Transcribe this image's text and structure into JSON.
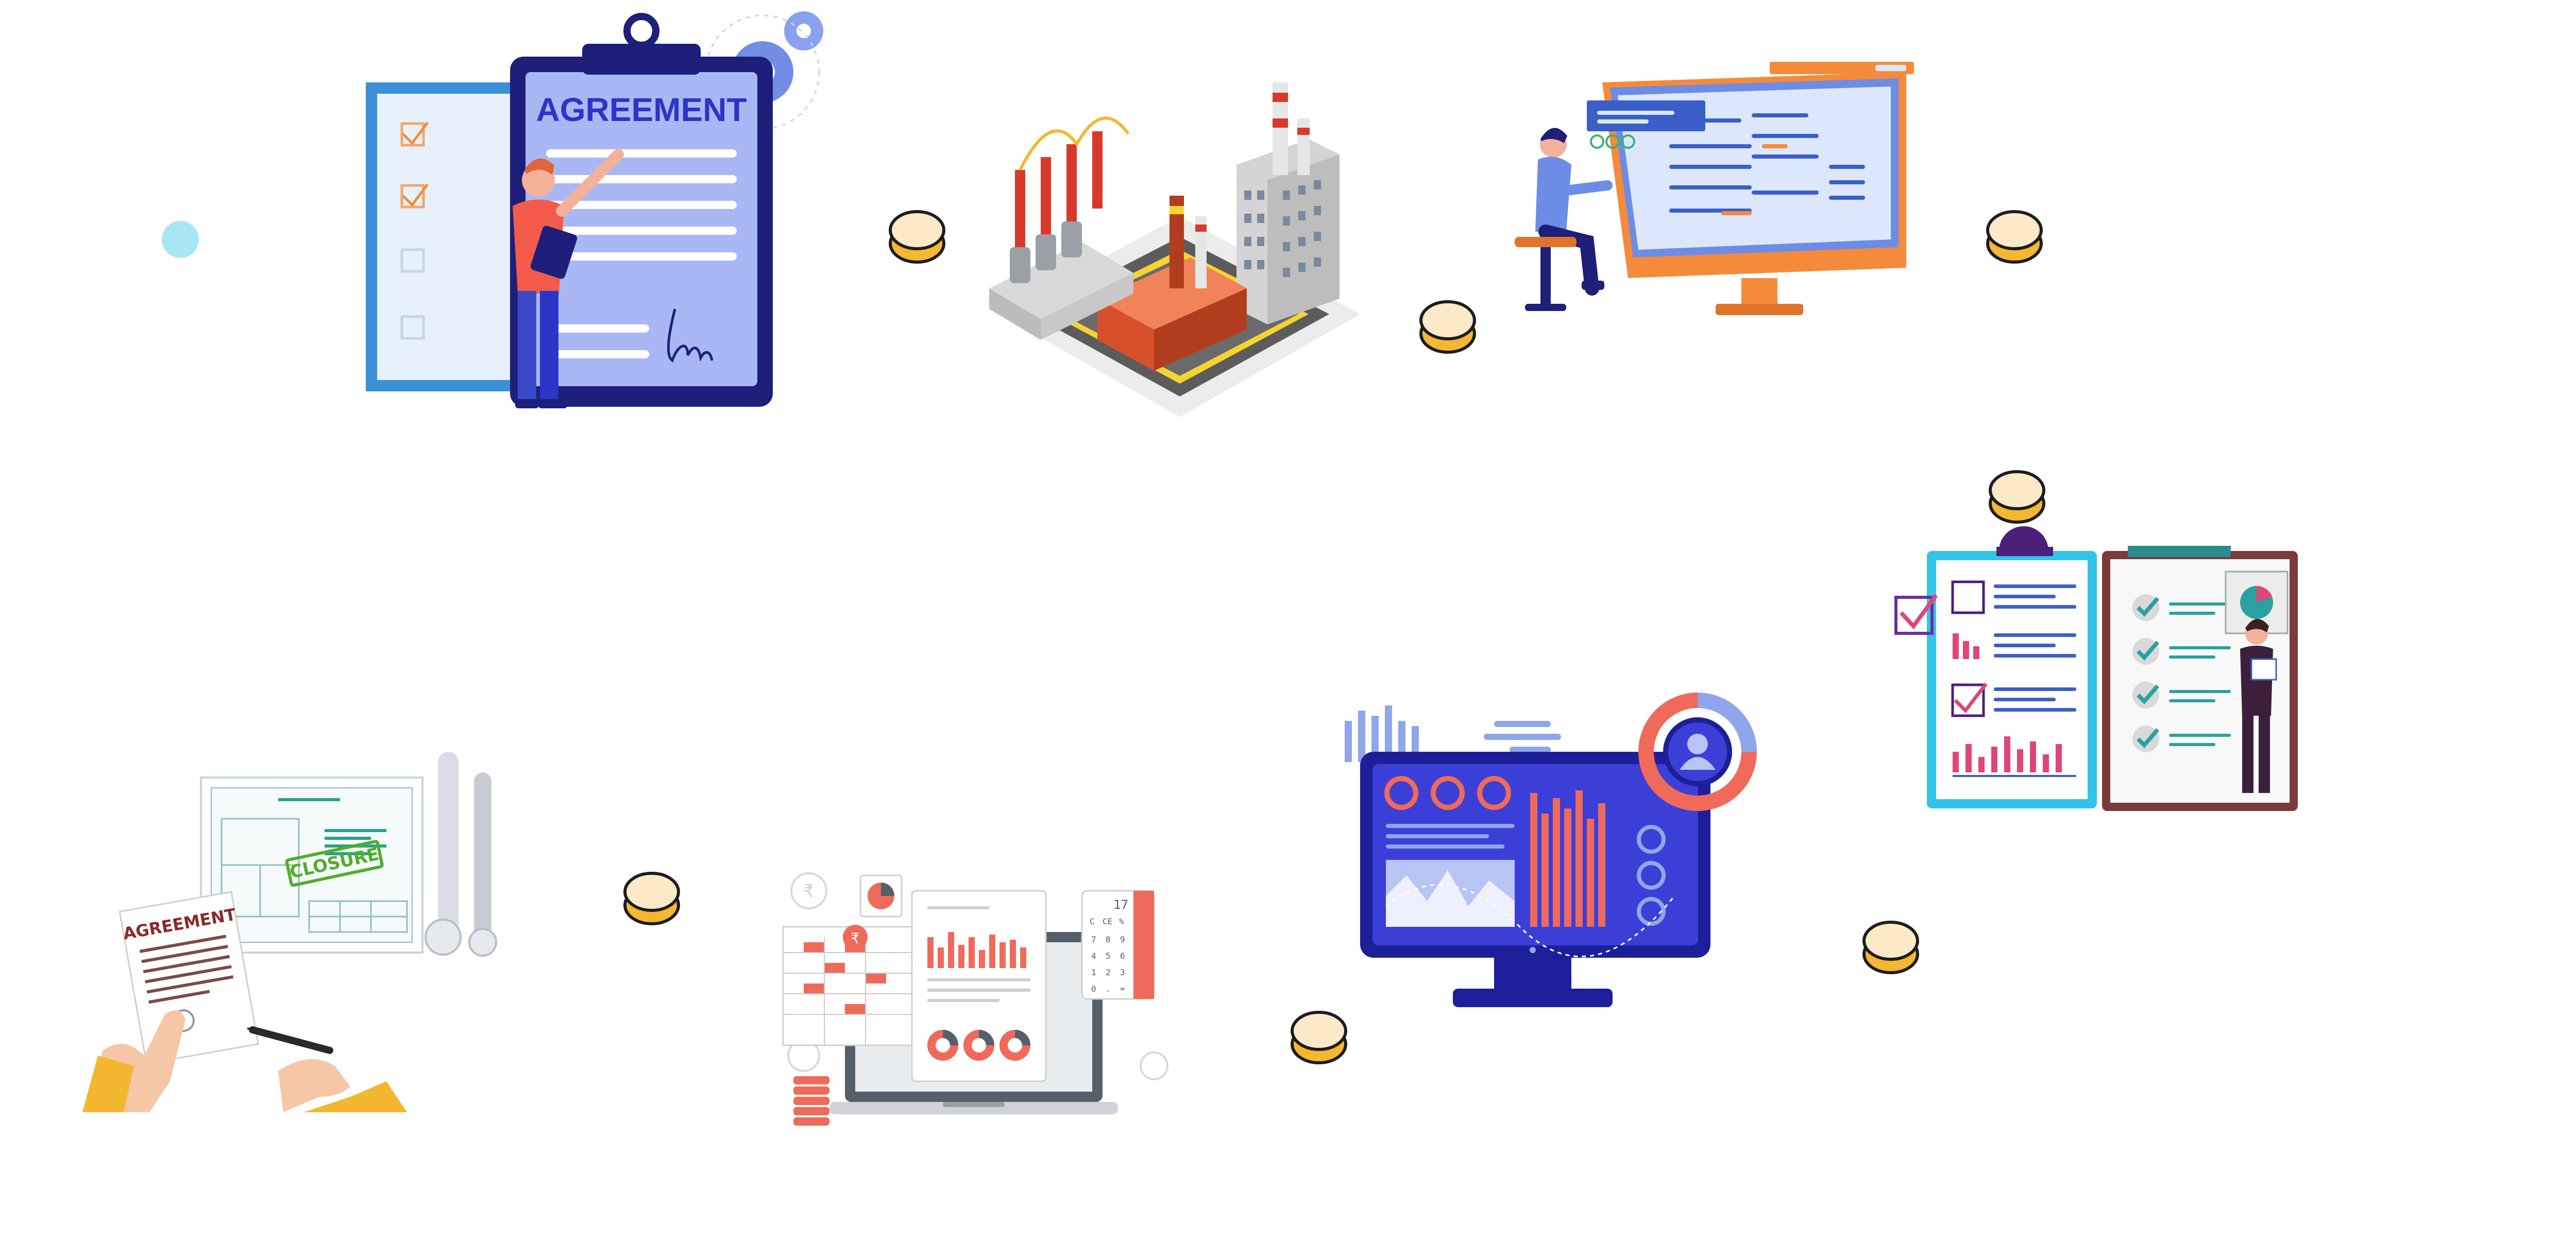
{
  "illustrations": {
    "agreement_clipboard": {
      "title": "AGREEMENT"
    },
    "closure_document": {
      "stamp": "CLOSURE",
      "paper_title": "AGREEMENT"
    },
    "accounting_laptop": {
      "currency_symbol": "₹",
      "calculator_display": "17",
      "keypad": [
        "C",
        "CE",
        "%",
        "7",
        "8",
        "9",
        "4",
        "5",
        "6",
        "1",
        "2",
        "3",
        "0",
        ".",
        "="
      ]
    }
  },
  "colors": {
    "token_fill": "#fbe9c8",
    "token_rim": "#f4b731",
    "token_stroke": "#1d1d1d",
    "dot": "#a8e6f3",
    "navy": "#1d1f7a",
    "indigo": "#2b35c7",
    "orange": "#f58b3a",
    "coral": "#ef6a5a"
  }
}
